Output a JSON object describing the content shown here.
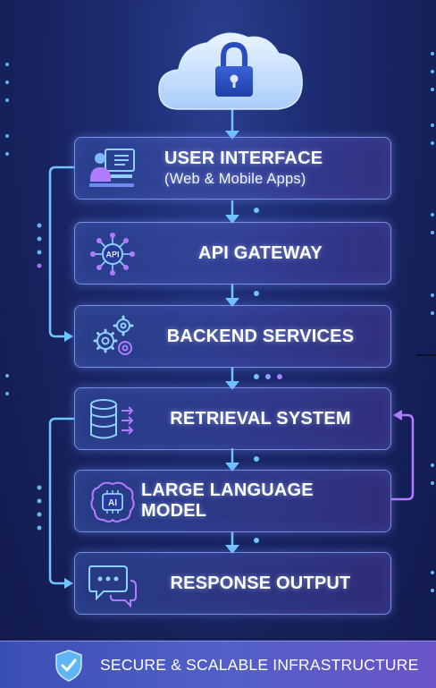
{
  "diagram": {
    "nodes": [
      {
        "id": "ui",
        "title": "USER INTERFACE",
        "subtitle": "(Web & Mobile Apps)",
        "icon": "user-at-computer-icon"
      },
      {
        "id": "api",
        "title": "API GATEWAY",
        "icon": "api-hub-icon"
      },
      {
        "id": "backend",
        "title": "BACKEND SERVICES",
        "icon": "gears-icon"
      },
      {
        "id": "retrieval",
        "title": "RETRIEVAL SYSTEM",
        "icon": "database-icon"
      },
      {
        "id": "llm",
        "title": "LARGE LANGUAGE MODEL",
        "icon": "ai-brain-icon"
      },
      {
        "id": "output",
        "title": "RESPONSE OUTPUT",
        "icon": "chat-bubbles-icon"
      }
    ],
    "top_icon": "cloud-lock-icon",
    "footer": {
      "text": "SECURE & SCALABLE INFRASTRUCTURE",
      "icon": "shield-check-icon"
    }
  },
  "colors": {
    "accent": "#6fc6ff",
    "purple": "#b07cff",
    "background": "#16205a"
  }
}
